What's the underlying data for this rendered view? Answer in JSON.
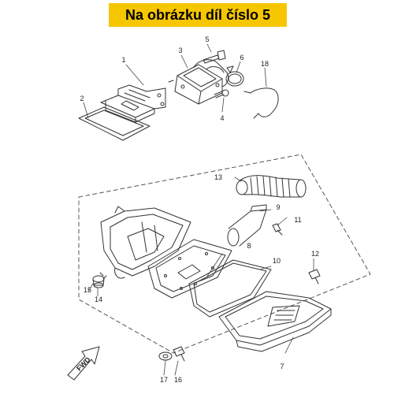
{
  "banner": {
    "text": "Na obrázku díl číslo 5",
    "color": "#f6c600"
  },
  "fwd_label": "FWD",
  "callouts": {
    "c1": "1",
    "c2": "2",
    "c3": "3",
    "c4": "4",
    "c5": "5",
    "c6": "6",
    "c7": "7",
    "c8": "8",
    "c9": "9",
    "c10": "10",
    "c11": "11",
    "c12": "12",
    "c13": "13",
    "c14": "14",
    "c15": "15",
    "c16": "16",
    "c17": "17",
    "c18": "18"
  }
}
